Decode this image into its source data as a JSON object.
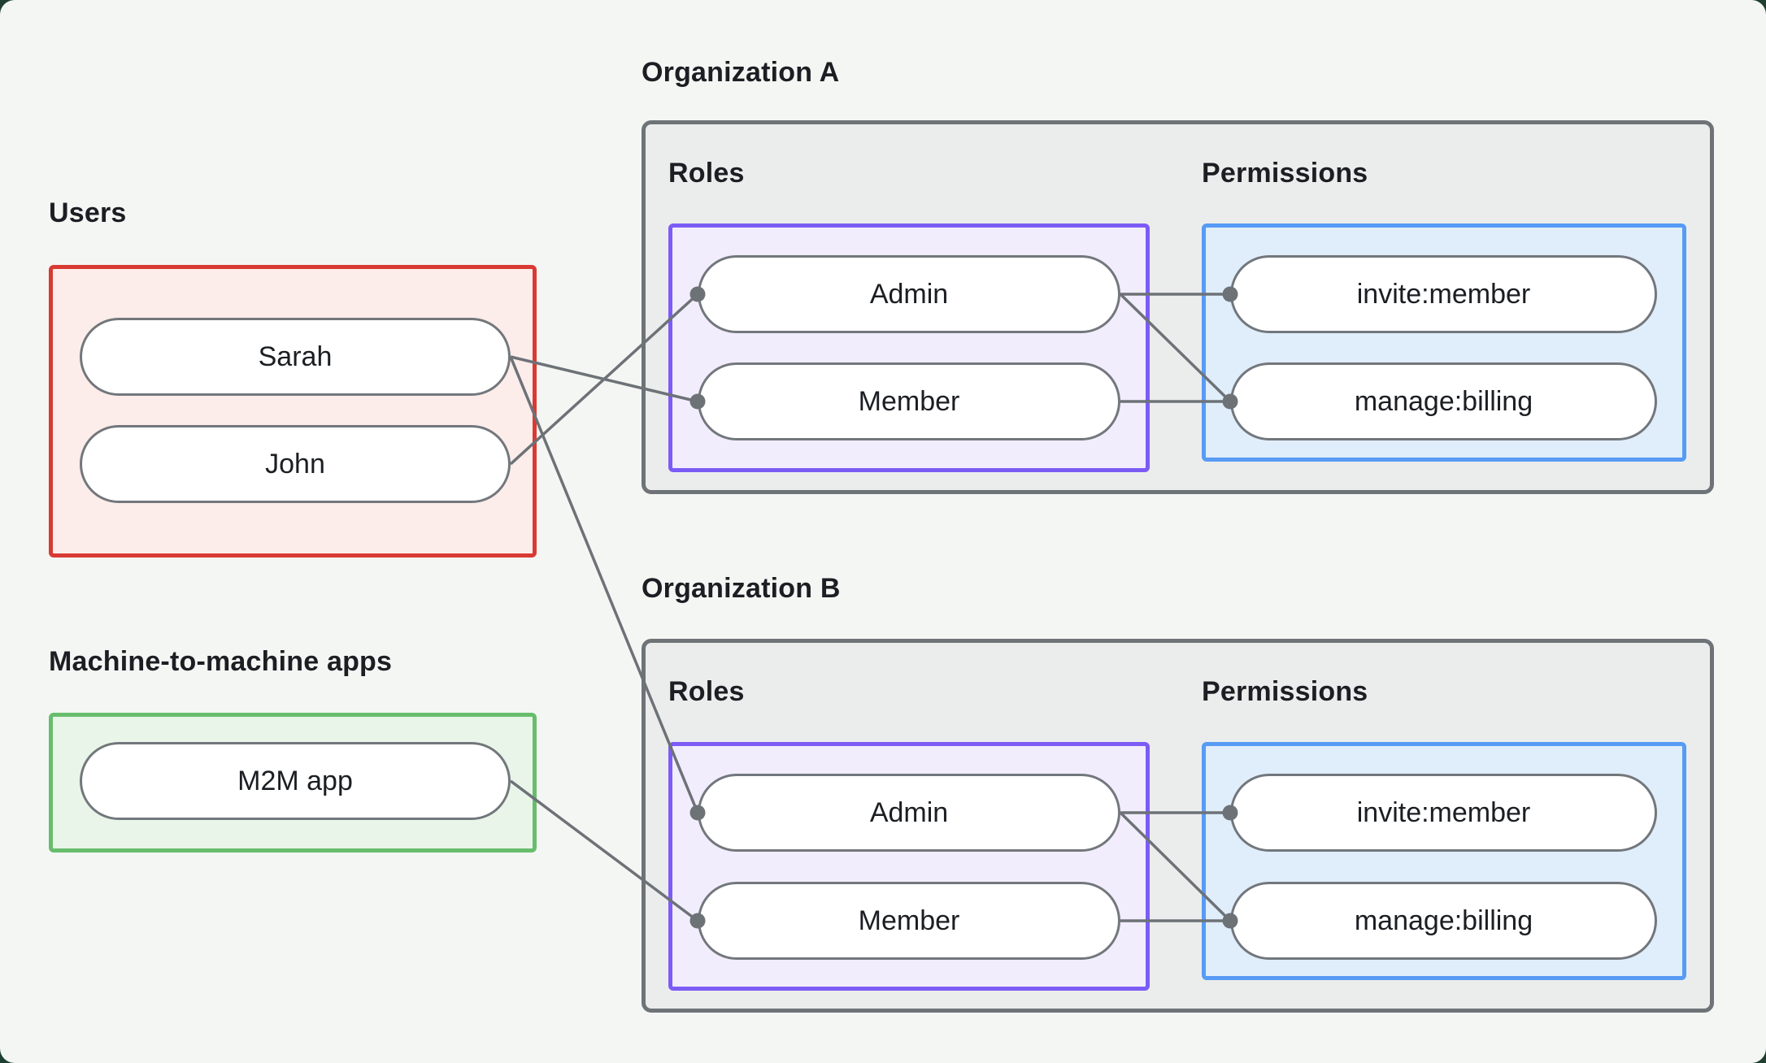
{
  "colors": {
    "page_outer": "#1f4030",
    "canvas_bg": "#f4f6f4",
    "text": "#1b1e22",
    "org_box_bg": "#ebedec",
    "org_box_border": "#6e7377",
    "users_border": "#d93a33",
    "users_bg": "#fcecea",
    "m2m_border": "#68bd6c",
    "m2m_bg": "#e9f5e9",
    "roles_border": "#7c5cf5",
    "roles_bg": "#f2edfd",
    "perms_border": "#579bf5",
    "perms_bg": "#e0edfb",
    "pill_bg": "#ffffff",
    "pill_border": "#72777c",
    "edge": "#6d7277"
  },
  "groups": {
    "users": {
      "label": "Users",
      "items": [
        "Sarah",
        "John"
      ]
    },
    "m2m": {
      "label": "Machine-to-machine apps",
      "items": [
        "M2M app"
      ]
    },
    "org_a": {
      "label": "Organization A",
      "roles_label": "Roles",
      "permissions_label": "Permissions",
      "roles": [
        "Admin",
        "Member"
      ],
      "permissions": [
        "invite:member",
        "manage:billing"
      ]
    },
    "org_b": {
      "label": "Organization B",
      "roles_label": "Roles",
      "permissions_label": "Permissions",
      "roles": [
        "Admin",
        "Member"
      ],
      "permissions": [
        "invite:member",
        "manage:billing"
      ]
    }
  },
  "edges": [
    {
      "from": "sarah",
      "to": "orgA-member"
    },
    {
      "from": "sarah",
      "to": "orgB-admin"
    },
    {
      "from": "john",
      "to": "orgA-admin"
    },
    {
      "from": "m2m",
      "to": "orgB-member"
    },
    {
      "from": "orgA-admin",
      "to": "orgA-invite"
    },
    {
      "from": "orgA-admin",
      "to": "orgA-manage"
    },
    {
      "from": "orgA-member",
      "to": "orgA-manage"
    },
    {
      "from": "orgB-admin",
      "to": "orgB-invite"
    },
    {
      "from": "orgB-admin",
      "to": "orgB-manage"
    },
    {
      "from": "orgB-member",
      "to": "orgB-manage"
    }
  ],
  "edge_style": {
    "width": 3.5,
    "dot_radius": 9.5
  }
}
